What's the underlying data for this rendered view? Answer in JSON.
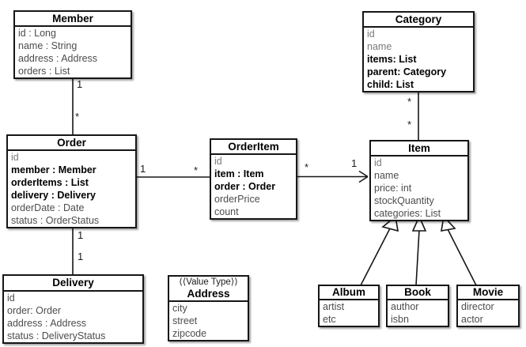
{
  "diagram": {
    "kind": "uml-class-diagram",
    "background_color": "#ffffff",
    "line_color": "#161616"
  },
  "classes": {
    "member": {
      "title": "Member",
      "attrs": [
        "id : Long",
        "name : String",
        "address : Address",
        "orders : List"
      ]
    },
    "category": {
      "title": "Category",
      "attrs": [
        "id",
        "name",
        "items: List",
        "parent: Category",
        "child: List"
      ]
    },
    "order": {
      "title": "Order",
      "attrs": [
        "id",
        "member : Member",
        "orderItems : List",
        "delivery : Delivery",
        "orderDate : Date",
        "status : OrderStatus"
      ]
    },
    "orderItem": {
      "title": "OrderItem",
      "attrs": [
        "id",
        "item : Item",
        "order : Order",
        "orderPrice",
        "count"
      ]
    },
    "item": {
      "title": "Item",
      "attrs": [
        "id",
        "name",
        "price: int",
        "stockQuantity",
        "categories: List"
      ]
    },
    "delivery": {
      "title": "Delivery",
      "attrs": [
        "id",
        "order: Order",
        "address : Address",
        "status : DeliveryStatus"
      ]
    },
    "address": {
      "stereotype": "⟨⟨Value Type⟩⟩",
      "title": "Address",
      "attrs": [
        "city",
        "street",
        "zipcode"
      ]
    },
    "album": {
      "title": "Album",
      "attrs": [
        "artist",
        "etc"
      ]
    },
    "book": {
      "title": "Book",
      "attrs": [
        "author",
        "isbn"
      ]
    },
    "movie": {
      "title": "Movie",
      "attrs": [
        "director",
        "actor"
      ]
    }
  },
  "relations": [
    {
      "from": "Member",
      "to": "Order",
      "kind": "association",
      "multiplicity_from": "1",
      "multiplicity_to": "*"
    },
    {
      "from": "Order",
      "to": "OrderItem",
      "kind": "association",
      "multiplicity_from": "1",
      "multiplicity_to": "*"
    },
    {
      "from": "OrderItem",
      "to": "Item",
      "kind": "directed-association",
      "multiplicity_from": "*",
      "multiplicity_to": "1"
    },
    {
      "from": "Category",
      "to": "Item",
      "kind": "association",
      "multiplicity_from": "*",
      "multiplicity_to": "*"
    },
    {
      "from": "Order",
      "to": "Delivery",
      "kind": "association",
      "multiplicity_from": "1",
      "multiplicity_to": "1"
    },
    {
      "from": "Album",
      "to": "Item",
      "kind": "generalization"
    },
    {
      "from": "Book",
      "to": "Item",
      "kind": "generalization"
    },
    {
      "from": "Movie",
      "to": "Item",
      "kind": "generalization"
    }
  ]
}
